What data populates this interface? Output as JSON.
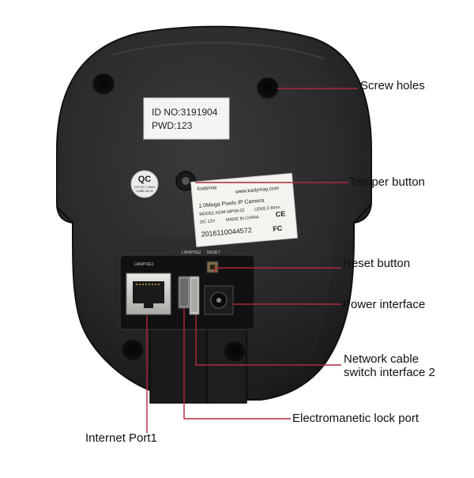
{
  "device": {
    "id_sticker": {
      "id_line": "ID NO:3191904",
      "pwd_line": "PWD:123"
    },
    "qc_badge": {
      "title": "QC",
      "lines": [
        "12V DC 2.0mm",
        "USB6.18.02"
      ]
    },
    "product_label": {
      "brand": "Kadymay",
      "website": "www.kadymay.com",
      "product": "1.0Mega Pixels IP Camera",
      "model": "MODEL:KDM-MP06-02",
      "lens": "LENS:2.8mm",
      "power": "DC 12V",
      "origin": "MADE IN CHINA",
      "ce_mark": "CE",
      "serial": "2016110044572",
      "fc_mark": "FC"
    },
    "port_labels": {
      "lan": "LAN/POE1",
      "lan2": "LAN/POE2",
      "reset": "RESET"
    }
  },
  "callouts": [
    {
      "id": "screw-holes",
      "lines": [
        "Screw holes"
      ]
    },
    {
      "id": "tamper-button",
      "lines": [
        "Tamper button"
      ]
    },
    {
      "id": "reset-button",
      "lines": [
        "Reset button"
      ]
    },
    {
      "id": "power-interface",
      "lines": [
        "Power interface"
      ]
    },
    {
      "id": "network-cable-switch",
      "lines": [
        "Network cable",
        "switch interface 2"
      ]
    },
    {
      "id": "electromagnetic-lock",
      "lines": [
        "Electromanetic lock port"
      ]
    },
    {
      "id": "internet-port",
      "lines": [
        "Internet Port1"
      ]
    }
  ],
  "colors": {
    "leader_line": "#b0283a",
    "housing": "#2a2a2c",
    "housing_edge": "#121213",
    "label_background": "#f3f3f0"
  }
}
